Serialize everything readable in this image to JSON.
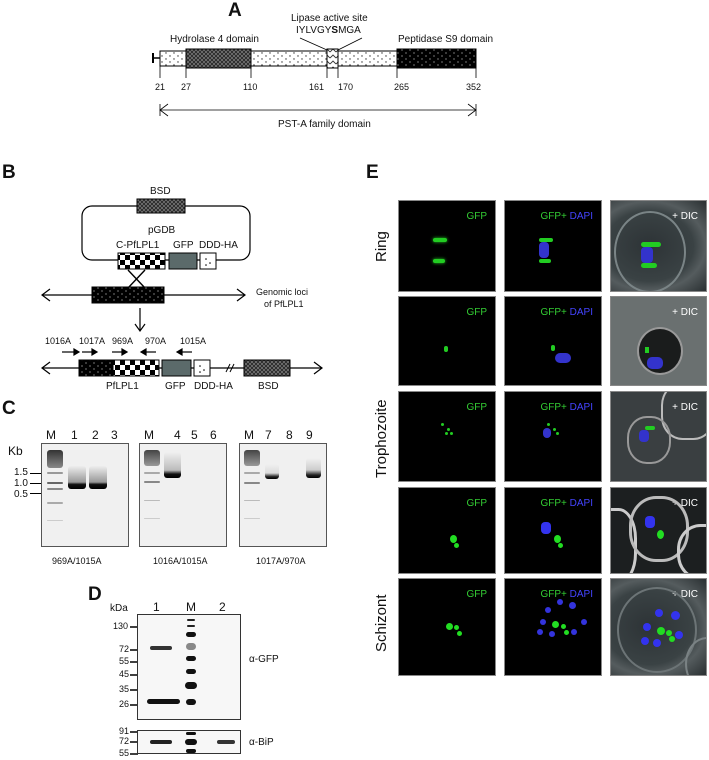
{
  "panels": {
    "A": {
      "label": "A",
      "domains": {
        "hydrolase": "Hydrolase 4 domain",
        "lipase_title": "Lipase active site",
        "lipase_motif_pre": "IYLVGY",
        "lipase_motif_bold": "S",
        "lipase_motif_post": "MGA",
        "peptidase": "Peptidase S9 domain",
        "family": "PST-A family domain"
      },
      "positions": [
        "21",
        "27",
        "110",
        "161",
        "170",
        "265",
        "352"
      ]
    },
    "B": {
      "label": "B",
      "plasmid_name": "pGDB",
      "plasmid_marker": "BSD",
      "insert_labels": [
        "C-PfLPL1",
        "GFP",
        "DDD-HA"
      ],
      "genomic_label_line1": "Genomic loci",
      "genomic_label_line2": "of PfLPL1",
      "primers": [
        "1016A",
        "1017A",
        "969A",
        "970A",
        "1015A"
      ],
      "result_labels": [
        "PfLPL1",
        "GFP",
        "DDD-HA",
        "BSD"
      ]
    },
    "C": {
      "label": "C",
      "unit": "Kb",
      "markers": [
        "1.5",
        "1.0",
        "0.5"
      ],
      "gels": [
        {
          "lanes": [
            "M",
            "1",
            "2",
            "3"
          ],
          "primer_pair": "969A/1015A"
        },
        {
          "lanes": [
            "M",
            "4",
            "5",
            "6"
          ],
          "primer_pair": "1016A/1015A"
        },
        {
          "lanes": [
            "M",
            "7",
            "8",
            "9"
          ],
          "primer_pair": "1017A/970A"
        }
      ]
    },
    "D": {
      "label": "D",
      "unit": "kDa",
      "lanes": [
        "1",
        "M",
        "2"
      ],
      "gfp_markers": [
        "130",
        "72",
        "55",
        "45",
        "35",
        "26"
      ],
      "bip_markers": [
        "91",
        "72",
        "55"
      ],
      "antibody_gfp": "α-GFP",
      "antibody_bip": "α-BiP"
    },
    "E": {
      "label": "E",
      "stages": [
        "Ring",
        "Trophozoite",
        "Schizont"
      ],
      "channel_gfp": "GFP",
      "channel_merge_gfp": "GFP+",
      "channel_merge_dapi": "DAPI",
      "channel_dic": "+ DIC",
      "colors": {
        "gfp": "#2ecc2e",
        "dapi": "#3340e0"
      }
    }
  }
}
